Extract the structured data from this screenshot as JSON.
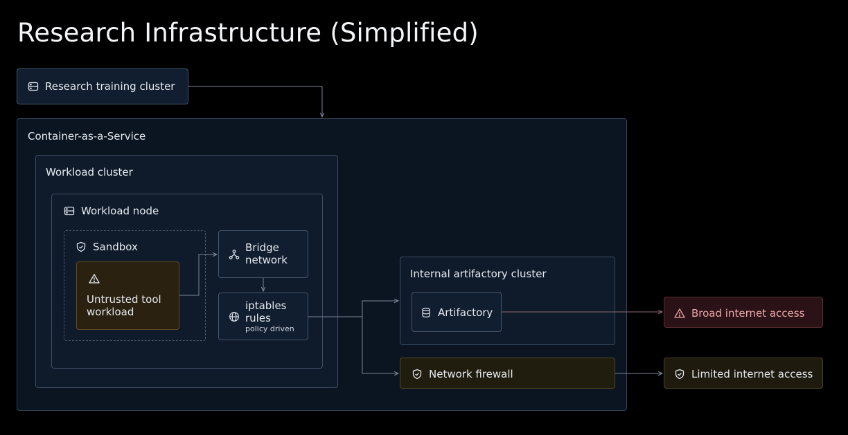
{
  "title": "Research Infrastructure (Simplified)",
  "nodes": {
    "research_cluster": {
      "label": "Research training cluster",
      "icon": "server-icon"
    },
    "caas": {
      "label": "Container-as-a-Service"
    },
    "workload_cluster": {
      "label": "Workload cluster"
    },
    "workload_node": {
      "label": "Workload node",
      "icon": "server-icon"
    },
    "sandbox": {
      "label": "Sandbox",
      "icon": "shield-check-icon"
    },
    "untrusted": {
      "label_line1": "Untrusted tool",
      "label_line2": "workload",
      "icon": "warning-triangle-icon"
    },
    "bridge": {
      "label_line1": "Bridge",
      "label_line2": "network",
      "icon": "network-icon"
    },
    "iptables": {
      "label_line1": "iptables",
      "label_line2": "rules",
      "sub": "policy driven",
      "icon": "globe-icon"
    },
    "artifactory_cluster": {
      "label": "Internal artifactory cluster"
    },
    "artifactory": {
      "label": "Artifactory",
      "icon": "database-icon"
    },
    "firewall": {
      "label": "Network firewall",
      "icon": "shield-check-icon"
    },
    "broad": {
      "label": "Broad internet access",
      "icon": "warning-triangle-icon"
    },
    "limited": {
      "label": "Limited internet access",
      "icon": "shield-check-icon"
    }
  },
  "colors": {
    "background": "#000000",
    "box_border": "#3a4a60",
    "warning_fill": "#2a2110",
    "danger_text": "#f0a8ad",
    "connector": "#7a8799"
  }
}
